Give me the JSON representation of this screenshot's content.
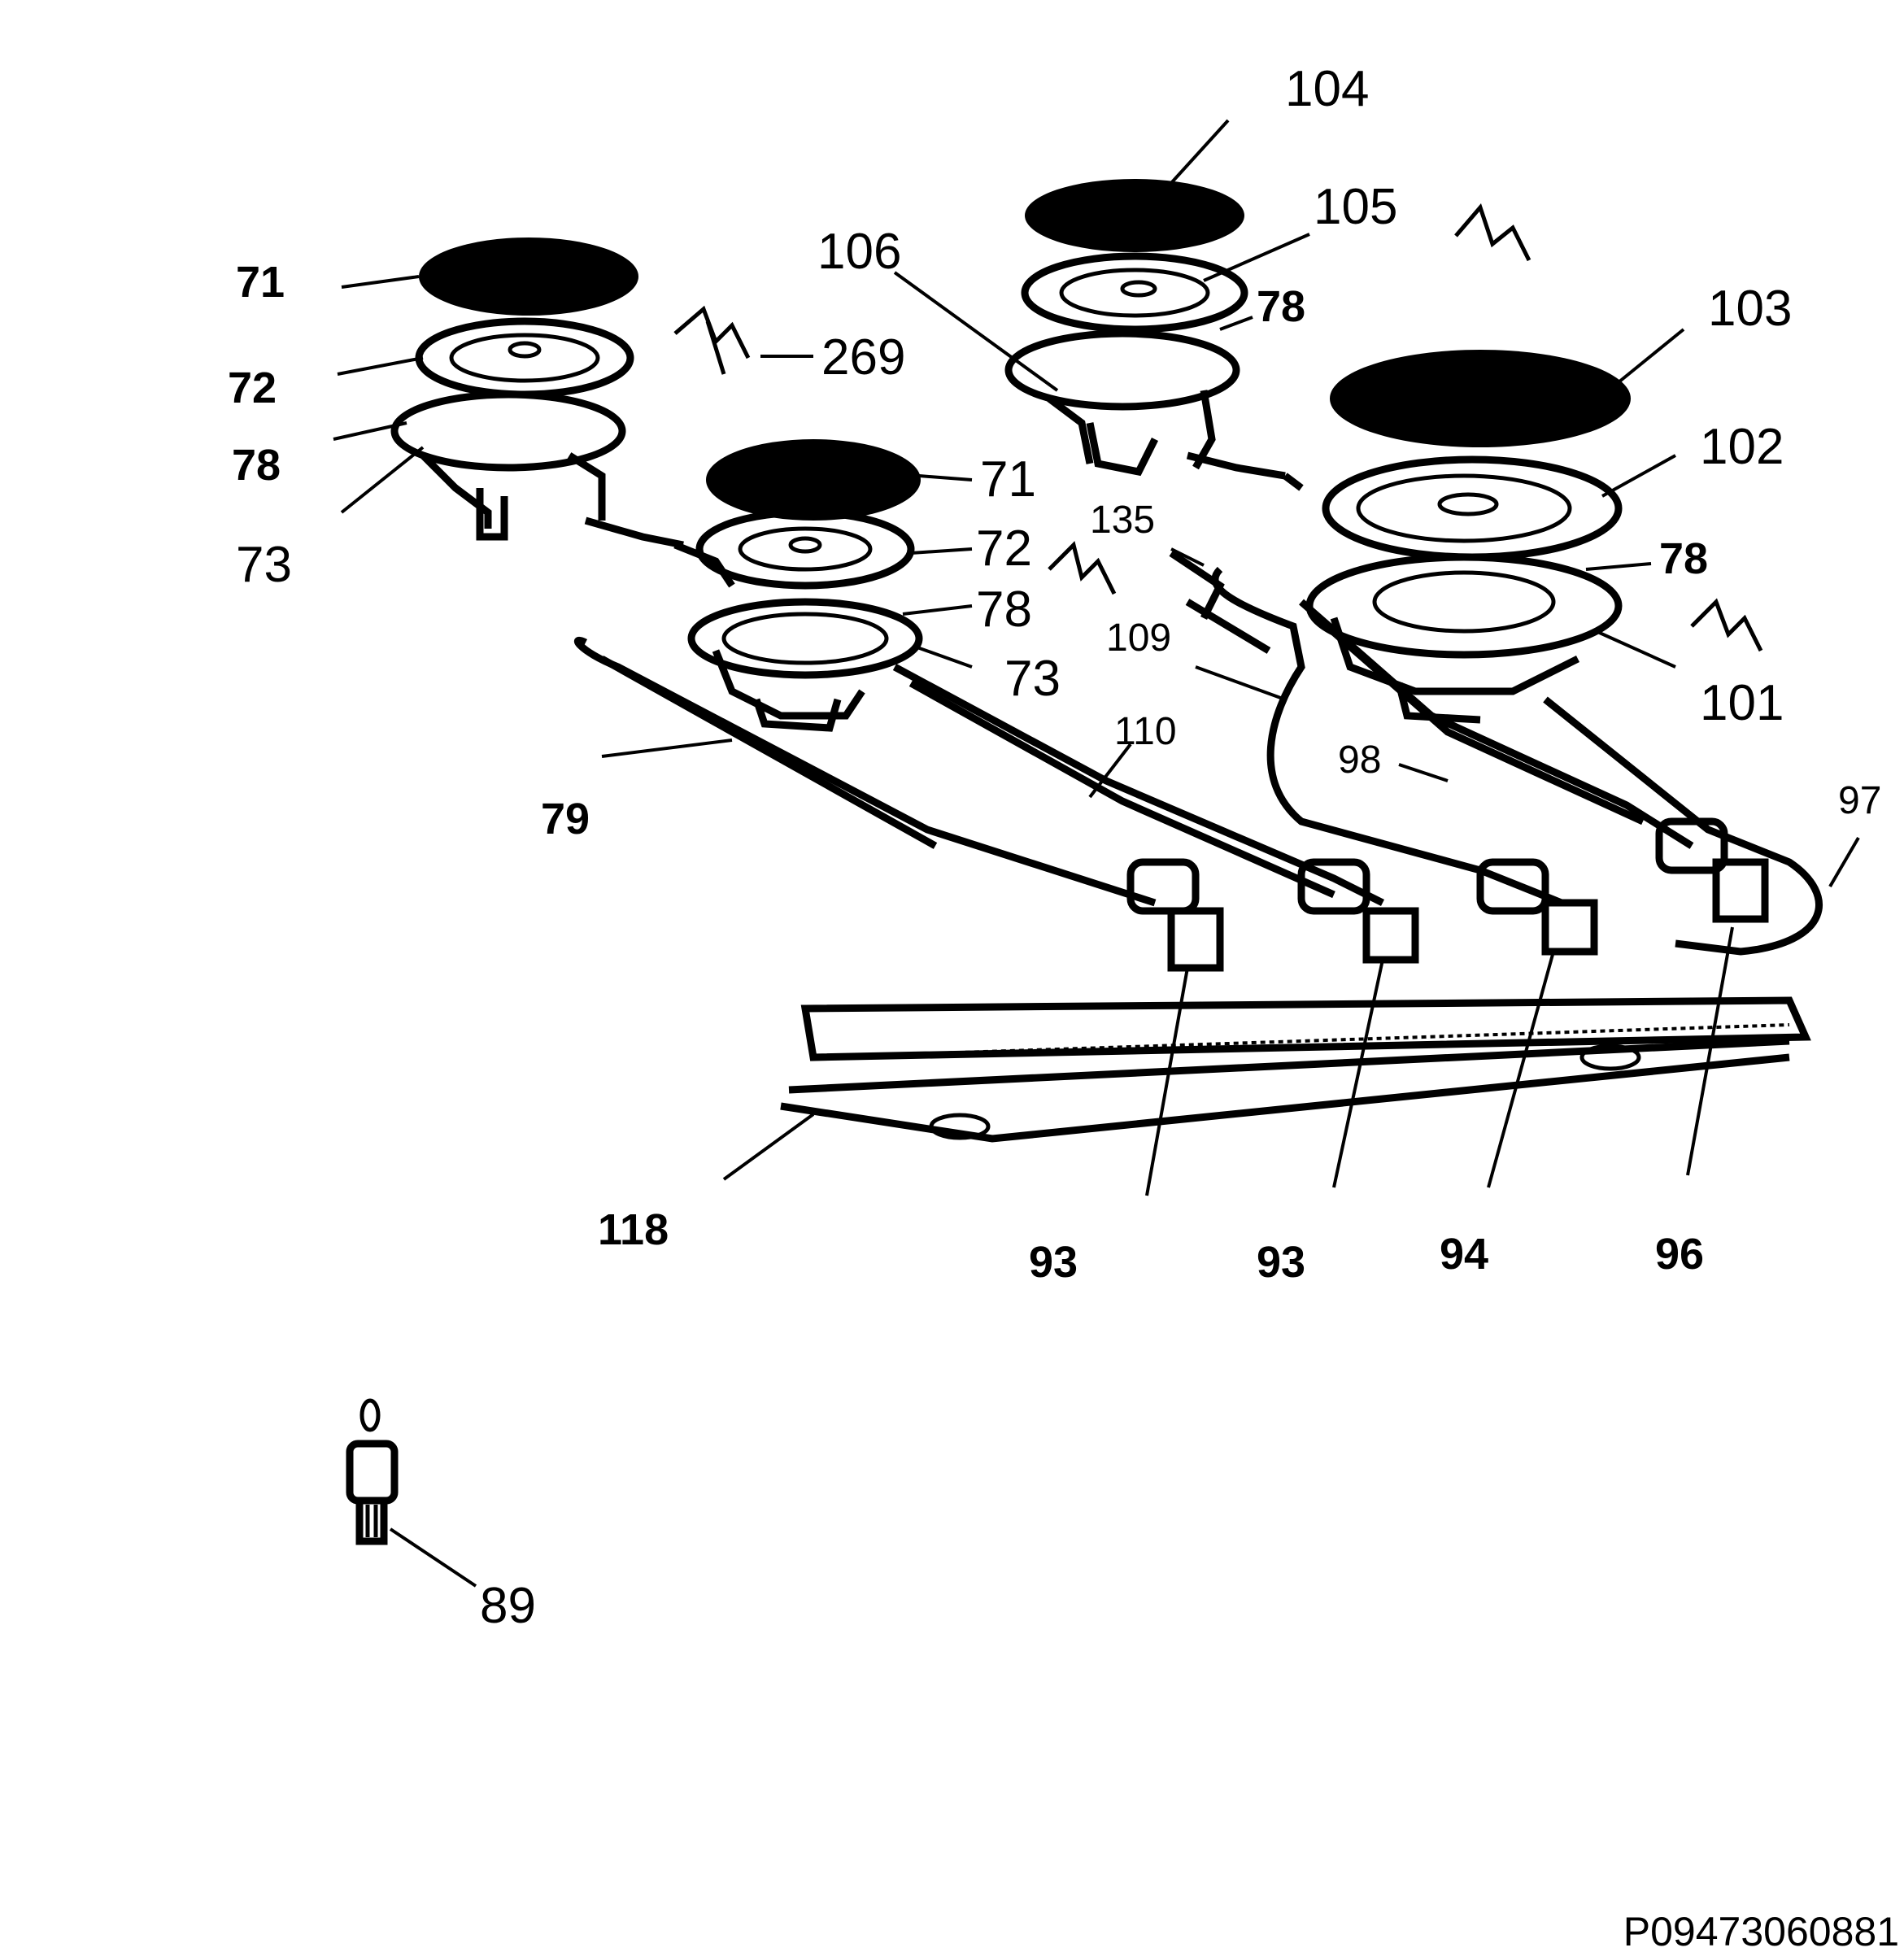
{
  "labels": {
    "l71a": "71",
    "l72a": "72",
    "l78a": "78",
    "l73a": "73",
    "l269": "269",
    "l106": "106",
    "l104": "104",
    "l105": "105",
    "l78b": "78",
    "l103": "103",
    "l102": "102",
    "l71b": "71",
    "l72b": "72",
    "l78c": "78",
    "l73b": "73",
    "l135": "135",
    "l109": "109",
    "l78d": "78",
    "l101": "101",
    "l110": "110",
    "l98": "98",
    "l97": "97",
    "l79": "79",
    "l118": "118",
    "l93a": "93",
    "l93b": "93",
    "l94": "94",
    "l96": "96",
    "l89": "89"
  },
  "reference_code": "P09473060881"
}
